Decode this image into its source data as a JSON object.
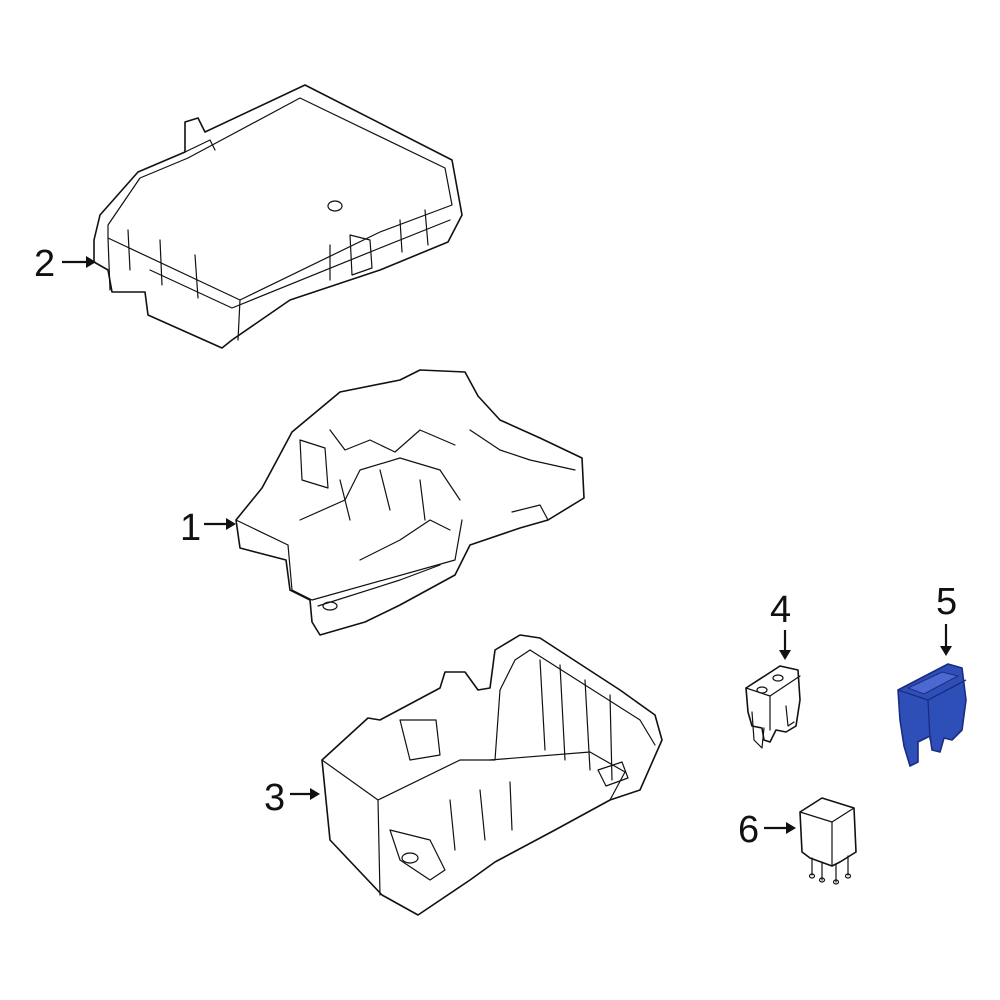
{
  "callouts": [
    {
      "id": "1",
      "label": "1"
    },
    {
      "id": "2",
      "label": "2"
    },
    {
      "id": "3",
      "label": "3"
    },
    {
      "id": "4",
      "label": "4"
    },
    {
      "id": "5",
      "label": "5"
    },
    {
      "id": "6",
      "label": "6"
    }
  ],
  "colors": {
    "line": "#111111",
    "highlight_fill": "#2f4fb8",
    "highlight_stroke": "#1a2c80",
    "background": "#ffffff"
  }
}
